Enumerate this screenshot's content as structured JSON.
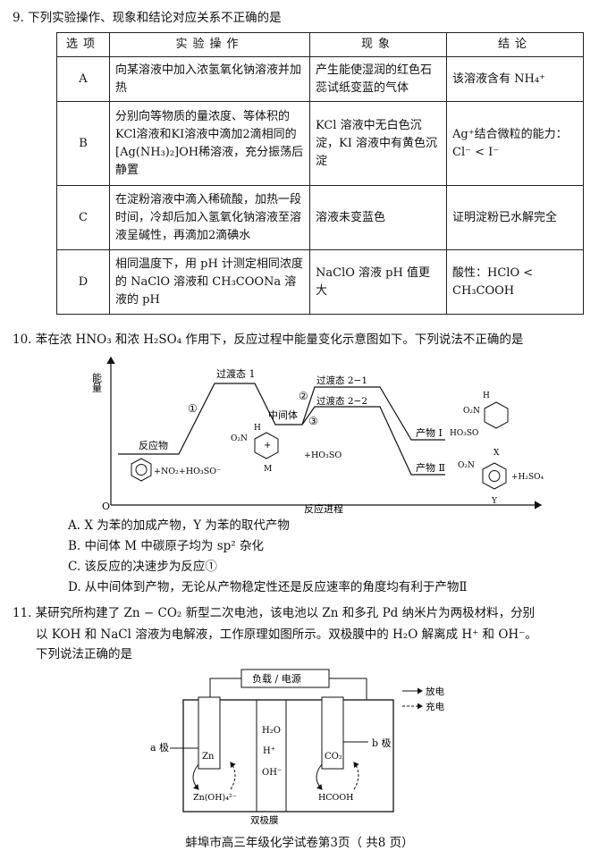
{
  "q9": {
    "stem": "9.  下列实验操作、现象和结论对应关系不正确的是",
    "headers": [
      "选项",
      "实验操作",
      "现象",
      "结论"
    ],
    "rows": [
      {
        "opt": "A",
        "op": "向某溶液中加入浓氢氧化钠溶液并加热",
        "ph": "产生能使湿润的红色石蕊试纸变蓝的气体",
        "con": "该溶液含有 NH₄⁺"
      },
      {
        "opt": "B",
        "op": "分别向等物质的量浓度、等体积的KCl溶液和KI溶液中滴加2滴相同的[Ag(NH₃)₂]OH稀溶液，充分振荡后静置",
        "ph": "KCl 溶液中无白色沉淀，KI 溶液中有黄色沉淀",
        "con": "Ag⁺结合微粒的能力：Cl⁻ < I⁻"
      },
      {
        "opt": "C",
        "op": "在淀粉溶液中滴入稀硫酸，加热一段时间，冷却后加入氢氧化钠溶液至溶液呈碱性，再滴加2滴碘水",
        "ph": "溶液未变蓝色",
        "con": "证明淀粉已水解完全"
      },
      {
        "opt": "D",
        "op": "相同温度下，用 pH 计测定相同浓度的 NaClO 溶液和 CH₃COONa 溶液的 pH",
        "ph": "NaClO 溶液 pH 值更大",
        "con": "酸性：HClO < CH₃COOH"
      }
    ]
  },
  "q10": {
    "stem": "10.  苯在浓 HNO₃ 和浓 H₂SO₄ 作用下，反应过程中能量变化示意图如下。下列说法不正确的是",
    "diagram": {
      "ylabel": "能量",
      "xlabel": "反应进程",
      "origin": "O",
      "ts1": "过渡态 1",
      "inter": "中间体",
      "ts21": "过渡态 2−1",
      "ts22": "过渡态 2−2",
      "reactant": "反应物",
      "p1": "产物 Ⅰ",
      "p2": "产物 Ⅱ",
      "step1": "①",
      "step2": "②",
      "step3": "③",
      "reagents": "+NO₂+HO₃SO⁻",
      "hso": "+HO₃SO",
      "prodp1": "HO₃SO",
      "prodp2": "+H₂SO₄",
      "o2n": "O₂N",
      "h": "H",
      "m": "M",
      "x": "X",
      "y": "Y"
    },
    "options": [
      "A.  X 为苯的加成产物，Y 为苯的取代产物",
      "B.  中间体 M 中碳原子均为 sp² 杂化",
      "C.  该反应的决速步为反应①",
      "D.  从中间体到产物，无论从产物稳定性还是反应速率的角度均有利于产物Ⅱ"
    ]
  },
  "q11": {
    "stem1": "11.  某研究所构建了 Zn − CO₂ 新型二次电池，该电池以 Zn 和多孔 Pd 纳米片为两极材料，分别",
    "stem2": "以 KOH 和 NaCl 溶液为电解液，工作原理如图所示。双极膜中的 H₂O 解离成 H⁺ 和 OH⁻。",
    "stem3": "下列说法正确的是",
    "diagram": {
      "load": "负载 / 电源",
      "discharge": "放电",
      "charge": "充电",
      "a": "a 极",
      "b": "b 极",
      "zn": "Zn",
      "co2": "CO₂",
      "zn_oh": "Zn(OH)₄²⁻",
      "hcooh": "HCOOH",
      "h2o": "H₂O",
      "hplus": "H⁺",
      "oh": "OH⁻",
      "membrane": "双极膜"
    }
  },
  "footer": "蚌埠市高三年级化学试卷第3页（ 共8 页）"
}
